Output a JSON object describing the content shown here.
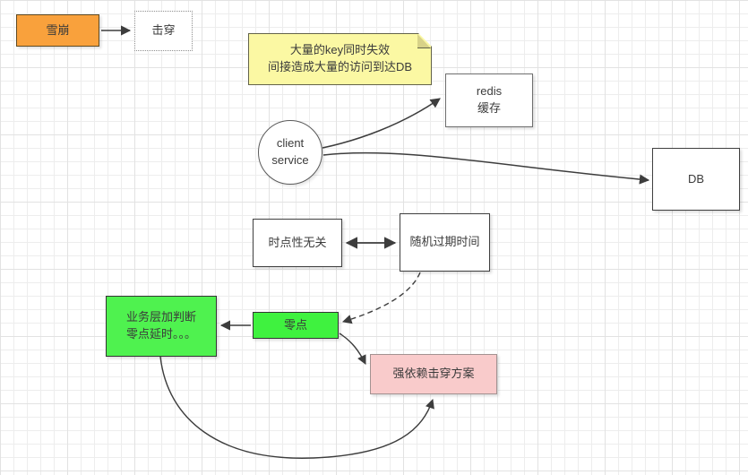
{
  "canvas": {
    "background": "#ffffff",
    "grid_color": "#ededed",
    "wire_color": "#3d3d3d"
  },
  "nodes": {
    "avalanche": {
      "label": "雪崩",
      "fill": "#F9A13C"
    },
    "penetration": {
      "label": "击穿",
      "fill": "#FFFFFF",
      "border_style": "dotted"
    },
    "sticky_note": {
      "line1": "大量的key同时失效",
      "line2": "间接造成大量的访问到达DB",
      "fill": "#FBF8A3"
    },
    "client_service": {
      "line1": "client",
      "line2": "service",
      "fill": "#FFFFFF",
      "shape": "circle"
    },
    "redis_cache": {
      "line1": "redis",
      "line2": "缓存",
      "fill": "#FFFFFF"
    },
    "db": {
      "label": "DB",
      "fill": "#FFFFFF"
    },
    "time_point": {
      "label": "时点性无关",
      "fill": "#FFFFFF"
    },
    "random_expire": {
      "label": "随机过期时间",
      "fill": "#FFFFFF"
    },
    "business_layer": {
      "line1": "业务层加判断",
      "line2": "零点延时。。。",
      "fill": "#4FF24F"
    },
    "midnight": {
      "label": "零点",
      "fill": "#3FF23F"
    },
    "penetration_plan": {
      "label": "强依赖击穿方案",
      "fill": "#F9CBCB"
    }
  },
  "edges": [
    {
      "id": "avalanche-to-penetration",
      "from": "avalanche",
      "to": "penetration",
      "style": "solid-arrow"
    },
    {
      "id": "client-to-redis",
      "from": "client_service",
      "to": "redis_cache",
      "style": "solid-arrow-curve"
    },
    {
      "id": "client-to-db",
      "from": "client_service",
      "to": "db",
      "style": "solid-arrow-curve"
    },
    {
      "id": "timepoint-random",
      "from": "time_point",
      "to": "random_expire",
      "style": "double-arrow"
    },
    {
      "id": "random-to-midnight",
      "from": "random_expire",
      "to": "midnight",
      "style": "dashed-arrow-curve"
    },
    {
      "id": "midnight-to-business",
      "from": "midnight",
      "to": "business_layer",
      "style": "solid-arrow"
    },
    {
      "id": "midnight-to-plan",
      "from": "midnight",
      "to": "penetration_plan",
      "style": "solid-arrow-curve"
    },
    {
      "id": "business-to-plan",
      "from": "business_layer",
      "to": "penetration_plan",
      "style": "solid-arrow-curve"
    }
  ]
}
